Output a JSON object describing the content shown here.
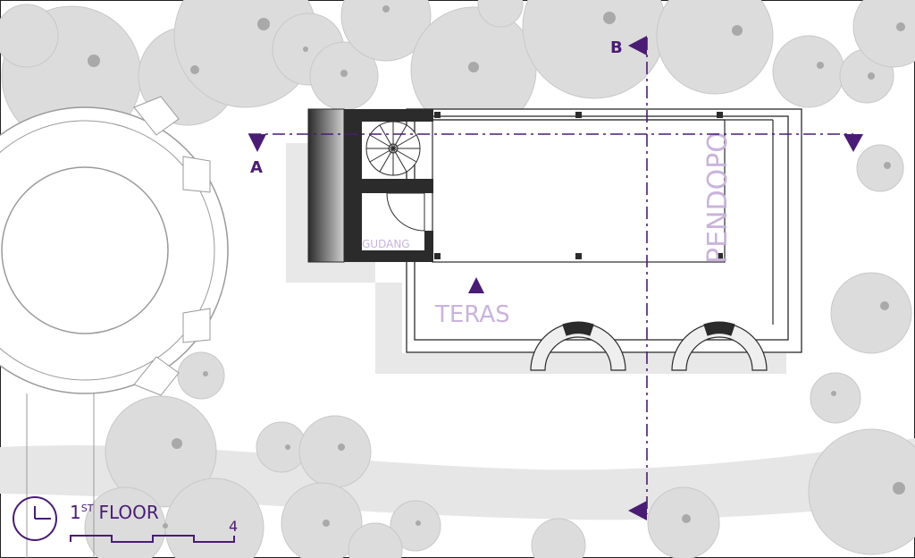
{
  "labels": {
    "section_a": "A",
    "section_b": "B",
    "room_pendopo": "PENDOPO",
    "room_gudang": "GUDANG",
    "room_teras": "TERAS",
    "floor_number": "1",
    "floor_superscript": "ST",
    "floor_word": "FLOOR",
    "scale_end": "4"
  },
  "colors": {
    "section_line": "#4a1c73",
    "room_label": "#c9b3dc",
    "wall": "#2b2b2b",
    "tree": "#d9d9d9",
    "tree_center": "#a9a9a9",
    "ground_band": "#e6e6e6",
    "shadow": "#e9e9e9"
  }
}
